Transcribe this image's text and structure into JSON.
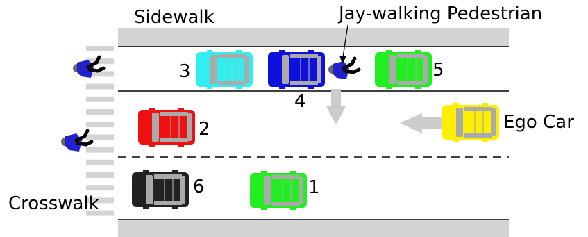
{
  "labels": {
    "sidewalk": "Sidewalk",
    "jaywalker": "Jay-walking Pedestrian",
    "ego_car": "Ego Car",
    "crosswalk": "Crosswalk"
  },
  "cars": [
    {
      "id": "car-1",
      "number": "1",
      "color": "#22ee22"
    },
    {
      "id": "car-2",
      "number": "2",
      "color": "#ee1111"
    },
    {
      "id": "car-3",
      "number": "3",
      "color": "#33eeee"
    },
    {
      "id": "car-4",
      "number": "4",
      "color": "#1010dd"
    },
    {
      "id": "car-5",
      "number": "5",
      "color": "#22ee22"
    },
    {
      "id": "car-6",
      "number": "6",
      "color": "#222222"
    },
    {
      "id": "ego-car",
      "number": "",
      "color": "#ffee00"
    }
  ],
  "colors": {
    "sidewalk": "#d4d4d4",
    "road_line": "#000000",
    "crosswalk_stripe": "#d4d4d4",
    "arrow": "#cccccc",
    "car_window": "#aaaaaa",
    "pedestrian_body": "#2222cc",
    "pedestrian_legs": "#000000"
  },
  "icons": [
    "car-icon",
    "pedestrian-icon",
    "arrow-icon"
  ]
}
